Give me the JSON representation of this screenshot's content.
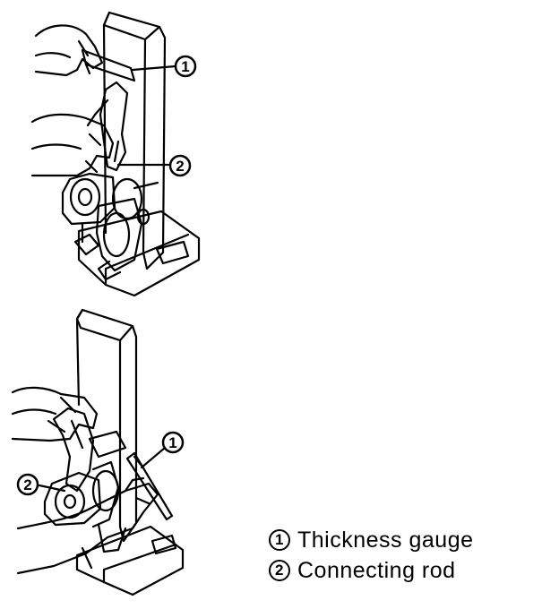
{
  "callouts": {
    "top_1": "1",
    "top_2": "2",
    "bottom_1": "1",
    "bottom_2": "2"
  },
  "legend": [
    {
      "num": "1",
      "text": "Thickness gauge"
    },
    {
      "num": "2",
      "text": "Connecting rod"
    }
  ]
}
